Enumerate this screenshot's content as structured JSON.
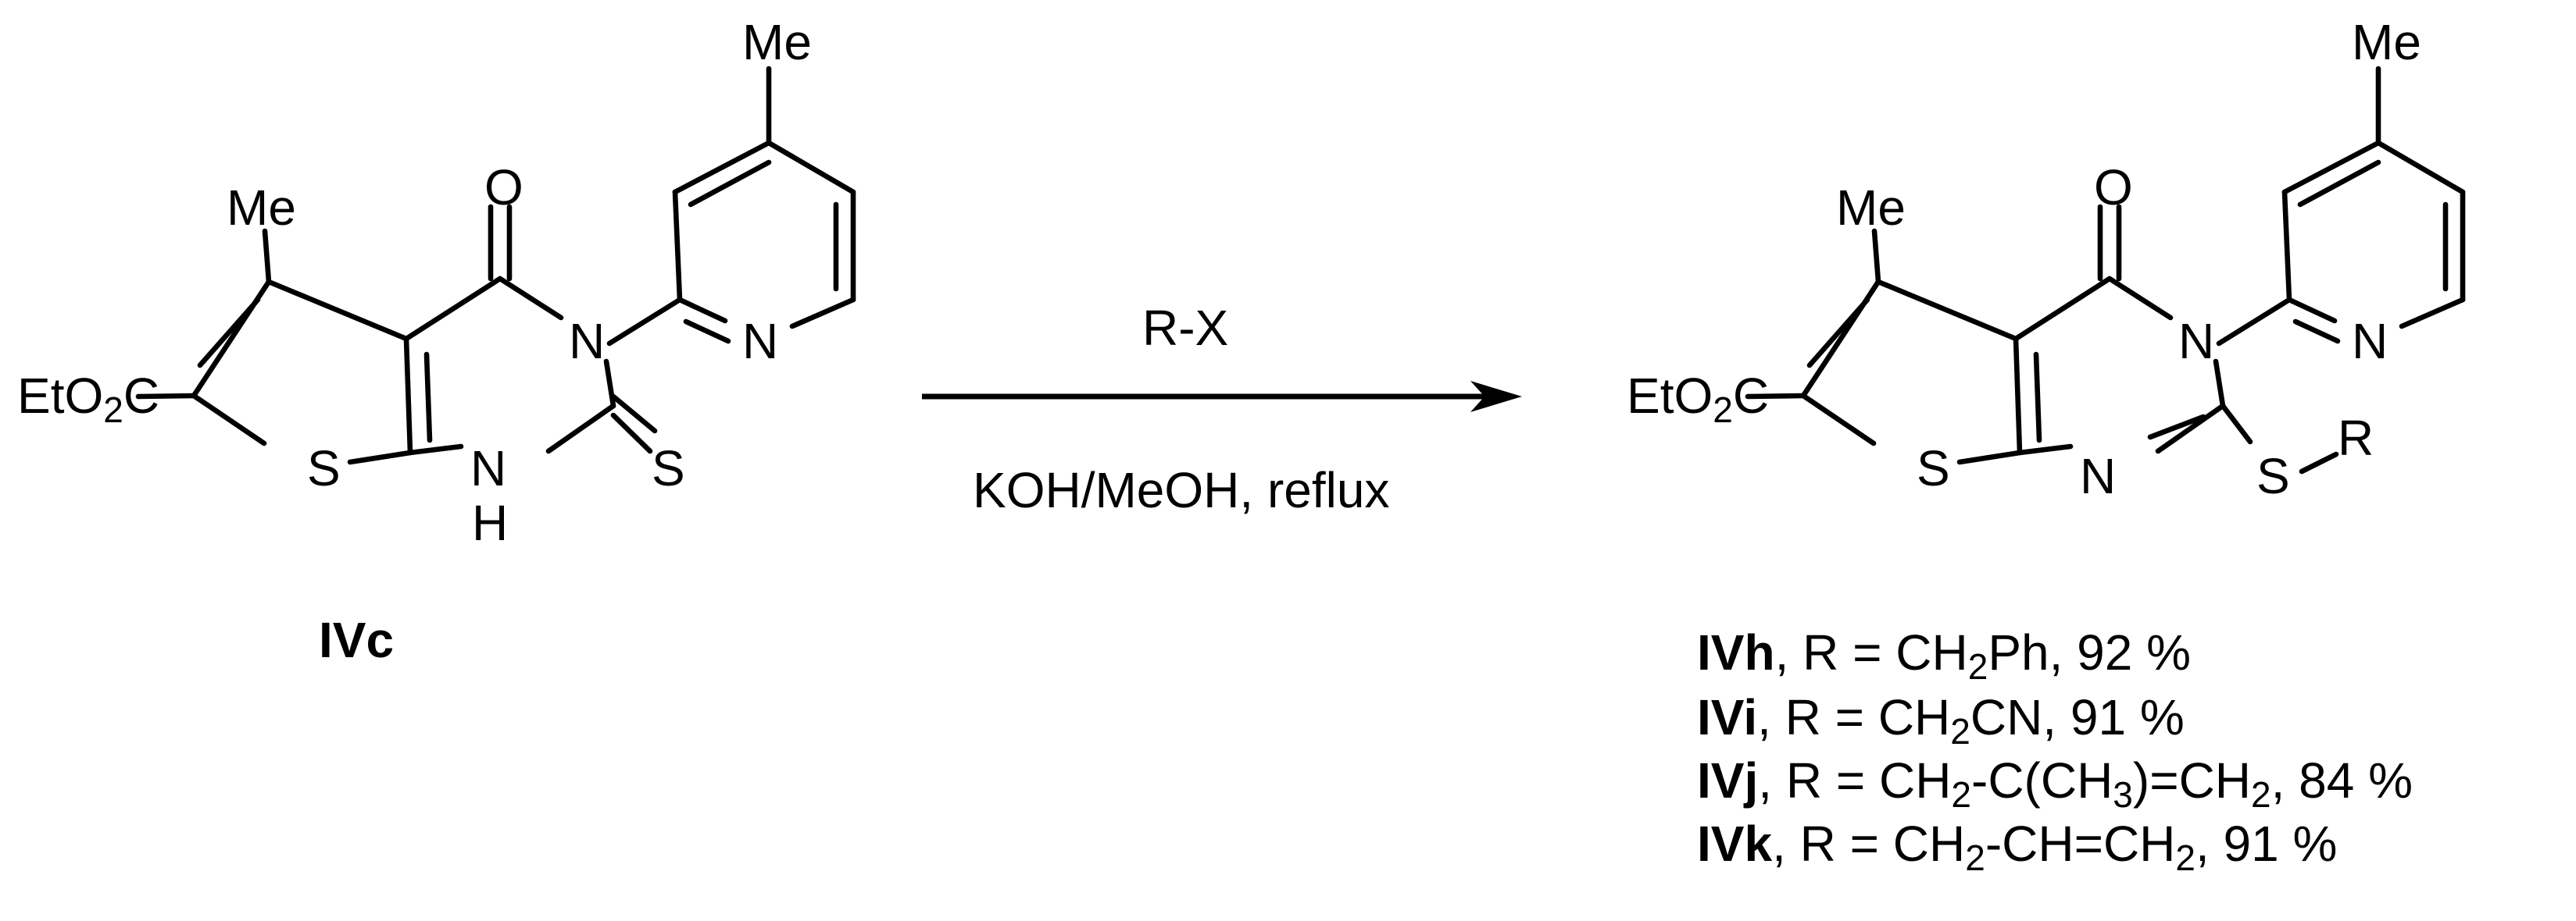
{
  "reaction": {
    "reagent_above": "R-X",
    "conditions_below": "KOH/MeOH, reflux",
    "arrow_color": "#000000"
  },
  "reactant": {
    "label": "IVc",
    "atoms": {
      "ester_prefix": "EtO",
      "ester_sub": "2",
      "ester_suffix": "C",
      "me_ring": "Me",
      "me_pyr": "Me",
      "carbonyl_o": "O",
      "n3": "N",
      "n_pyr": "N",
      "s_ring": "S",
      "nh_n": "N",
      "nh_h": "H",
      "thione_s": "S"
    }
  },
  "product": {
    "atoms": {
      "ester_prefix": "EtO",
      "ester_sub": "2",
      "ester_suffix": "C",
      "me_ring": "Me",
      "me_pyr": "Me",
      "carbonyl_o": "O",
      "n3": "N",
      "n_pyr": "N",
      "s_ring": "S",
      "n1": "N",
      "s_alkyl": "S",
      "r": "R"
    },
    "compounds": [
      {
        "id": "IVh",
        "sep": ", R = ",
        "r_parts": [
          "CH",
          "2",
          "Ph"
        ],
        "yield": ", 92 %"
      },
      {
        "id": "IVi",
        "sep": ", R = ",
        "r_parts": [
          "CH",
          "2",
          "CN"
        ],
        "yield": ", 91 %"
      },
      {
        "id": "IVj",
        "sep": ", R =  ",
        "r_parts": [
          "CH",
          "2",
          "-C(CH",
          "3",
          ")=CH",
          "2"
        ],
        "yield": ", 84 %"
      },
      {
        "id": "IVk",
        "sep": ", R = ",
        "r_parts": [
          "CH",
          "2",
          "-CH=CH",
          "2"
        ],
        "yield": ", 91 %"
      }
    ]
  }
}
